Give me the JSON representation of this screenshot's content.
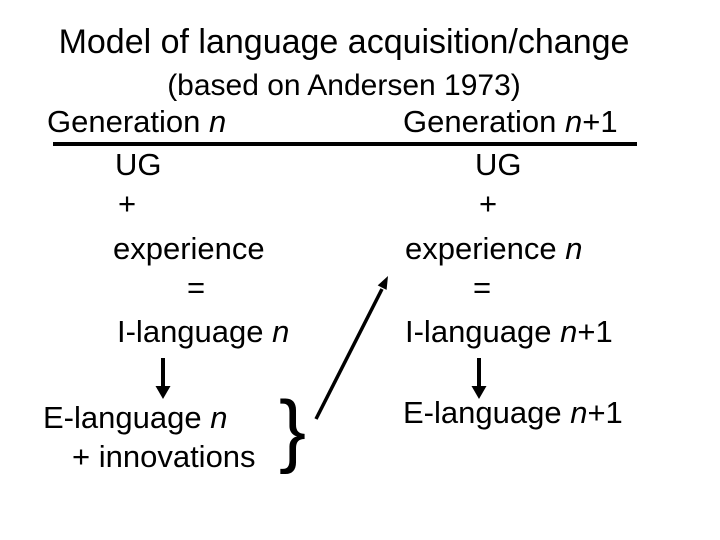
{
  "slide": {
    "title": "Model of language acquisition/change",
    "subtitle": "(based on Andersen 1973)",
    "gen_n": {
      "header_prefix": "Generation ",
      "header_var": "n",
      "ug": "UG",
      "plus": "+",
      "experience": "experience",
      "equals": "=",
      "ilanguage_prefix": "I-language ",
      "ilanguage_var": "n",
      "elanguage_prefix": "E-language ",
      "elanguage_var": "n",
      "innovations": "+ innovations"
    },
    "gen_n1": {
      "header_prefix": "Generation ",
      "header_var": "n",
      "header_suffix": "+1",
      "ug": "UG",
      "plus": "+",
      "experience_prefix": "experience ",
      "experience_var": "n",
      "equals": "=",
      "ilanguage_prefix": "I-language ",
      "ilanguage_var": "n",
      "ilanguage_suffix": "+1",
      "elanguage_prefix": "E-language ",
      "elanguage_var": "n",
      "elanguage_suffix": "+1"
    },
    "brace_glyph": "}"
  },
  "colors": {
    "text": "#000000",
    "background": "#ffffff"
  }
}
